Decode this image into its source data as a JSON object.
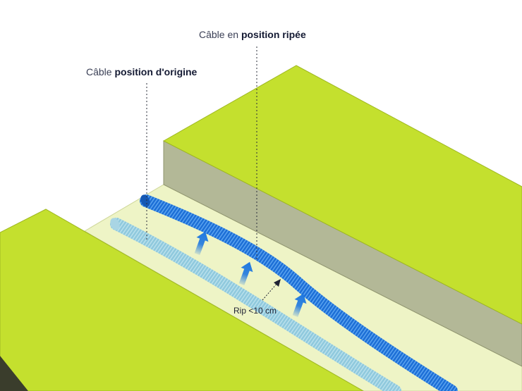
{
  "labels": {
    "original": {
      "prefix": "Câble ",
      "bold": "position d'origine"
    },
    "moved": {
      "prefix": "Câble en ",
      "bold": "position ripée"
    },
    "rip": "Rip <10 cm"
  },
  "colors": {
    "ground_top": "#c4e02e",
    "ground_edge": "#9fb821",
    "trench_wall": "#b3b897",
    "trench_floor": "#eef4c6",
    "cable_original": "#8fc9dd",
    "cable_moved": "#1d6fd6",
    "arrow": "#1f78e0",
    "dark_base": "#3a3d2c"
  },
  "icons": [
    "up-arrow-icon",
    "up-arrow-icon",
    "up-arrow-icon",
    "dashed-arrow-icon"
  ]
}
